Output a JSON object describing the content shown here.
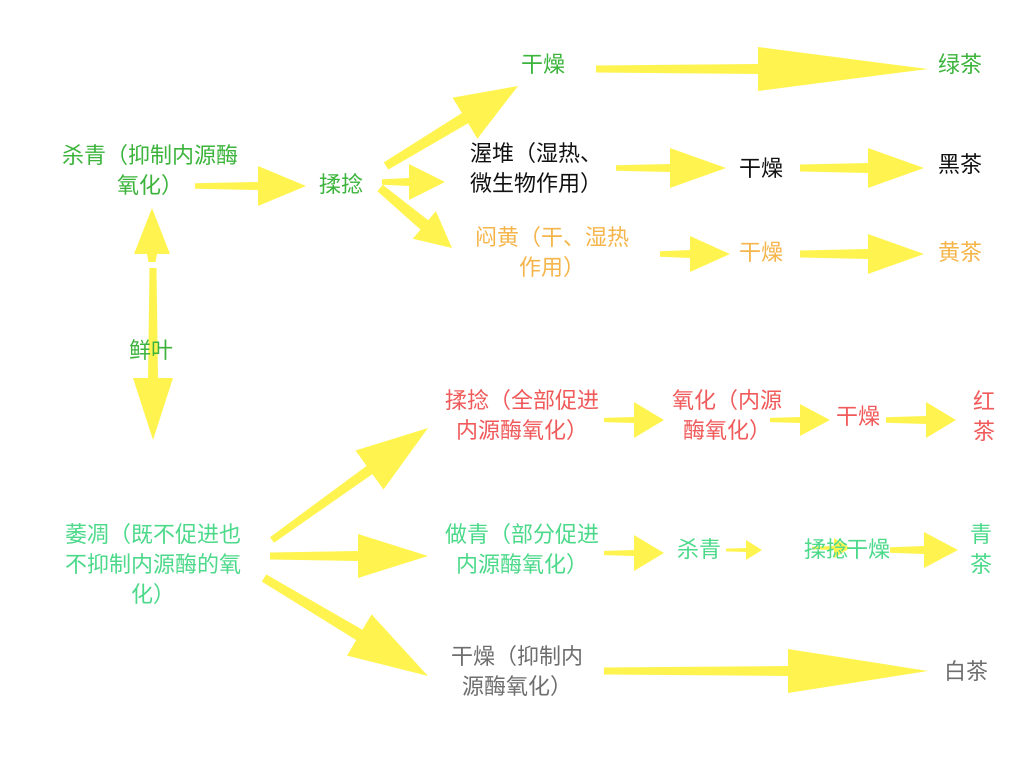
{
  "colors": {
    "green": "#3cb43c",
    "light_green": "#4cd98a",
    "black": "#111111",
    "orange": "#f5b54a",
    "red": "#f05a5a",
    "gray": "#6e6e6e",
    "arrow": "#fff44f"
  },
  "nodes": {
    "shaqing": "杀青（抑制内源酶\n氧化）",
    "rounian1": "揉捻",
    "xianye": "鲜叶",
    "weidiao": "萎凋（既不促进也\n不抑制内源酶的氧\n化）",
    "ganzao_green": "干燥",
    "lvcha": "绿茶",
    "wodui": "渥堆（湿热、\n微生物作用）",
    "ganzao_black": "干燥",
    "heicha": "黑茶",
    "menhuang": "闷黄（干、湿热\n作用）",
    "ganzao_yellow": "干燥",
    "huangcha": "黄茶",
    "rounian_red": "揉捻（全部促进\n内源酶氧化）",
    "yanghua_red": "氧化（内源\n酶氧化）",
    "ganzao_red": "干燥",
    "hongcha": "红茶",
    "zuoqing": "做青（部分促进\n内源酶氧化）",
    "shaqing2": "杀青",
    "rounian_qing": "揉捻",
    "ganzao_qing": "干燥",
    "qingcha": "青茶",
    "ganzao_white": "干燥（抑制内\n源酶氧化）",
    "baicha": "白茶"
  }
}
